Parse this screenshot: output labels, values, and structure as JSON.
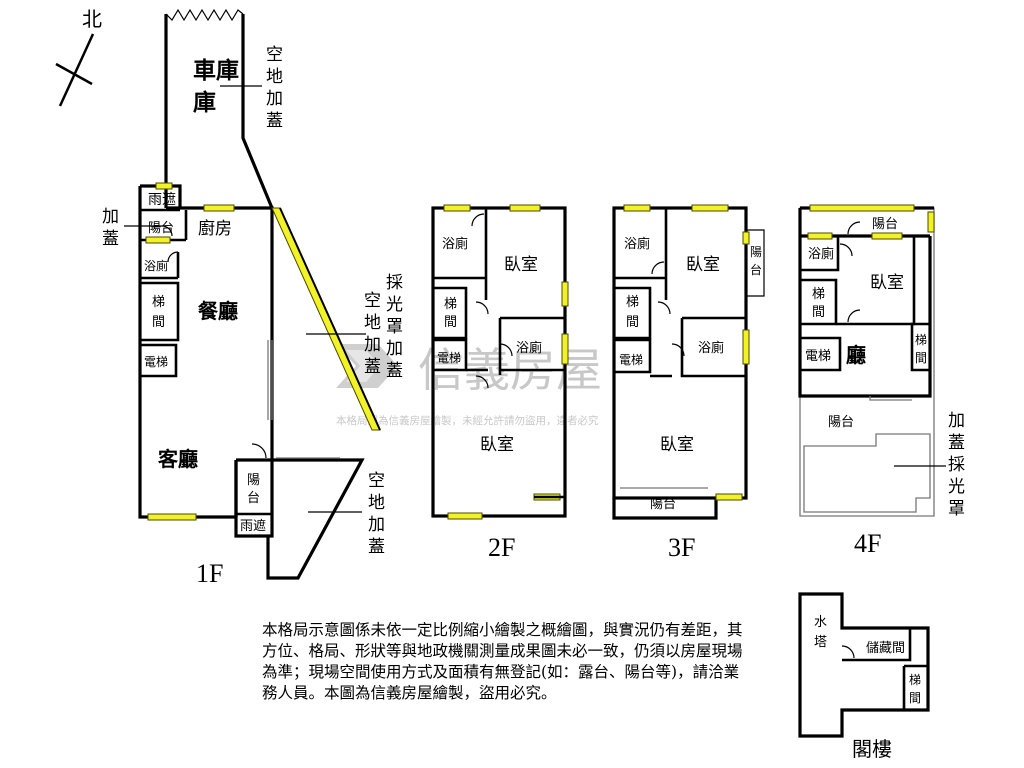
{
  "compass": {
    "north_label": "北"
  },
  "watermark": {
    "brand": "信義房屋",
    "notice": "本格局圖為信義房屋繪製，未經允許請勿盜用，違者必究"
  },
  "colors": {
    "window": "#f2f227",
    "wall": "#000000",
    "watermark": "#c8c8c8"
  },
  "floor_1f": {
    "floor_label": "1F",
    "garage": "車庫",
    "rain_cover_top": "雨遮",
    "balcony_west": "陽台",
    "kitchen": "廚房",
    "bath": "浴廁",
    "stairs": "梯間",
    "dining": "餐廳",
    "elevator": "電梯",
    "living": "客廳",
    "balcony_south": "陽台",
    "rain_cover_bottom": "雨遮"
  },
  "annotations_1f": {
    "garage_extension": "空地加蓋",
    "west_extension": "加蓋",
    "skylight_cover": "採光罩加蓋",
    "side_extension": "空地加蓋",
    "south_extension": "空地加蓋"
  },
  "floor_2f": {
    "floor_label": "2F",
    "bath_nw": "浴廁",
    "bedroom_north": "臥室",
    "stairs": "梯間",
    "bath_center": "浴廁",
    "elevator": "電梯",
    "bedroom_south": "臥室"
  },
  "floor_3f": {
    "floor_label": "3F",
    "bath_nw": "浴廁",
    "bedroom_north": "臥室",
    "balcony_east": "陽台",
    "stairs": "梯間",
    "bath_center": "浴廁",
    "elevator": "電梯",
    "bedroom_south": "臥室",
    "balcony_south": "陽台"
  },
  "floor_4f": {
    "floor_label": "4F",
    "balcony_north": "陽台",
    "bath": "浴廁",
    "bedroom": "臥室",
    "stairs_west": "梯間",
    "stairs_east": "梯間",
    "elevator": "電梯",
    "hall": "廳",
    "balcony_south": "陽台",
    "skylight_extension": "加蓋採光罩"
  },
  "floor_attic": {
    "floor_label": "閣樓",
    "water_tower": "水塔",
    "storage": "儲藏間",
    "stairs": "梯間"
  },
  "disclaimer": "本格局示意圖係未依一定比例縮小繪製之概繪圖，與實況仍有差距，其方位、格局、形狀等與地政機關測量成果圖未必一致，仍須以房屋現場為準；現場空間使用方式及面積有無登記(如：露台、陽台等)，請洽業務人員。本圖為信義房屋繪製，盜用必究。"
}
